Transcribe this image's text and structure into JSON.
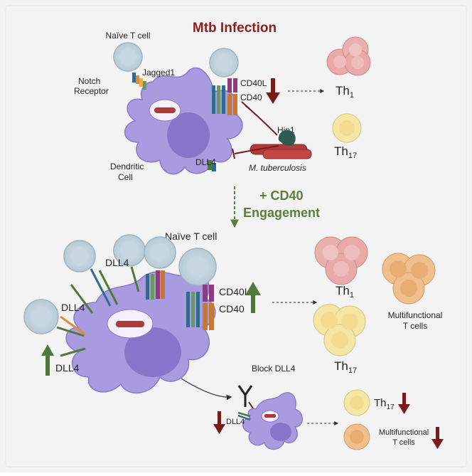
{
  "title": "Mtb Infection",
  "top_panel": {
    "naive_t_cell": "Naïve T cell",
    "notch_receptor_line1": "Notch",
    "notch_receptor_line2": "Receptor",
    "jagged1": "Jagged1",
    "cd40l": "CD40L",
    "cd40": "CD40",
    "th1_base": "Th",
    "th1_sub": "1",
    "th17_base": "Th",
    "th17_sub": "17",
    "hip1": "Hip1",
    "mtb": "M. tuberculosis",
    "dendritic_line1": "Dendritic",
    "dendritic_line2": "Cell",
    "dll4": "DLL4"
  },
  "transition": {
    "line1": "+ CD40",
    "line2": "Engagement"
  },
  "bottom_panel": {
    "naive_t_cell": "Naïve T cell",
    "dll4_a": "DLL4",
    "dll4_b": "DLL4",
    "dll4_c": "DLL4",
    "cd40l": "CD40L",
    "cd40": "CD40",
    "th1_base": "Th",
    "th1_sub": "1",
    "th17_base": "Th",
    "th17_sub": "17",
    "multifunctional_line1": "Multifunctional",
    "multifunctional_line2": "T cells"
  },
  "block_panel": {
    "block_dll4": "Block DLL4",
    "dll4": "DLL4",
    "th17_base": "Th",
    "th17_sub": "17",
    "multifunctional_line1": "Multifunctional",
    "multifunctional_line2": "T cells"
  },
  "colors": {
    "title_red": "#8b1e1e",
    "arrow_down_red": "#7a1a1a",
    "arrow_up_green": "#4f7a3a",
    "engagement_green": "#5b7f3a",
    "dendritic_purple": "#a99be0",
    "th1_pink": "#e9a9a9",
    "th17_yellow": "#f5e6a6",
    "multi_orange": "#efc08e",
    "background": "#f0f0f0"
  }
}
